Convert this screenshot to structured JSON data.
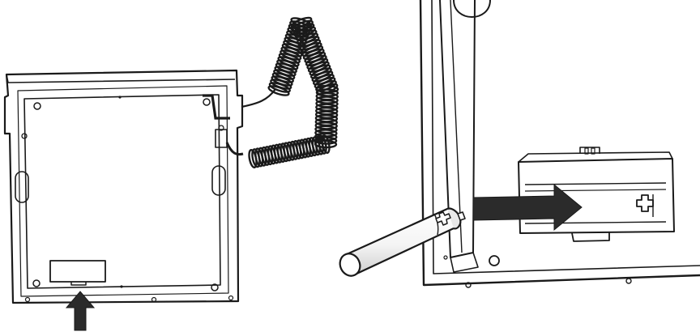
{
  "figure": {
    "panels": [
      {
        "id": "phone-underside",
        "description_icon": "telephone-base-underside"
      },
      {
        "id": "battery-insertion",
        "description_icon": "battery-compartment"
      }
    ],
    "icons": {
      "left_arrow": "up-arrow-icon",
      "right_arrow": "right-arrow-icon",
      "battery": "aa-battery-icon",
      "plus_symbol": "plus-polarity-icon"
    },
    "colors": {
      "ink": "#1a1a1a",
      "arrow": "#2b2b2b",
      "paper": "#ffffff"
    }
  }
}
